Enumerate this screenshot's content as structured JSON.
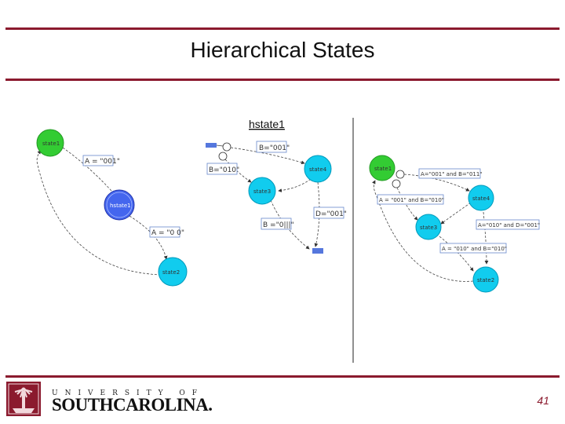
{
  "slide": {
    "title": "Hierarchical States",
    "page_number": "41"
  },
  "logo": {
    "line1": "UNIVERSITY OF",
    "line2": "SOUTHCAROLINA."
  },
  "colors": {
    "rule": "#8b1a2e",
    "initial_state": "#33cc33",
    "hier_state": "#4466ee",
    "state": "#11ccee"
  },
  "diagram_left": {
    "nodes": [
      "state1",
      "hstate1",
      "state2"
    ],
    "conditions": [
      "A = \"001\"",
      "A = \"0 0\""
    ]
  },
  "diagram_middle": {
    "title": "hstate1",
    "nodes": [
      "state3",
      "state4"
    ],
    "conditions": [
      "B=\"001\"",
      "B=\"010\"",
      "D=\"001\"",
      "B =\"0|||\""
    ]
  },
  "diagram_right": {
    "nodes": [
      "state1",
      "state4",
      "state3",
      "state2"
    ],
    "conditions": [
      "A=\"001\" and B=\"011\"",
      "A = \"001\" and B=\"010\"",
      "A=\"010\" and D=\"001\"",
      "A = \"010\" and B=\"010\""
    ]
  }
}
